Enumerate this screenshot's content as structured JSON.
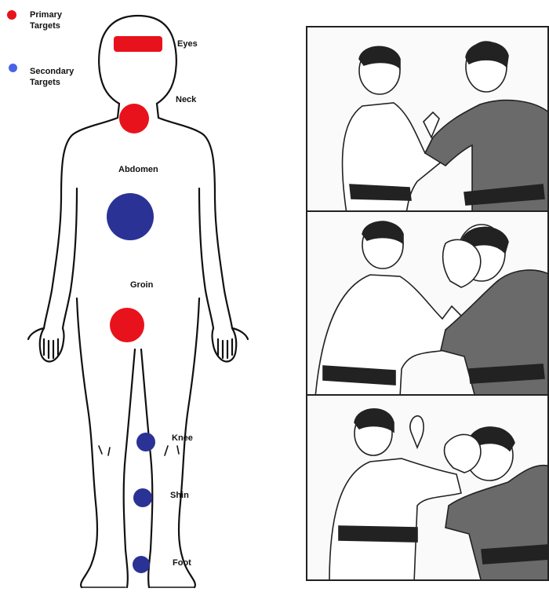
{
  "legend": {
    "primary": {
      "label_line1": "Primary",
      "label_line2": "Targets",
      "color": "#e8121c"
    },
    "secondary": {
      "label_line1": "Secondary",
      "label_line2": "Targets",
      "color": "#4a63e6"
    }
  },
  "targets": {
    "eyes": "Eyes",
    "neck": "Neck",
    "abdomen": "Abdomen",
    "groin": "Groin",
    "knee": "Knee",
    "shin": "Shin",
    "foot": "Foot"
  },
  "colors": {
    "primary_marker": "#e8121c",
    "secondary_marker": "#2b3296",
    "outline": "#111111"
  },
  "panels": [
    {
      "name": "panel-1",
      "action": "approach"
    },
    {
      "name": "panel-2",
      "action": "face-grab"
    },
    {
      "name": "panel-3",
      "action": "eye-strike"
    }
  ]
}
